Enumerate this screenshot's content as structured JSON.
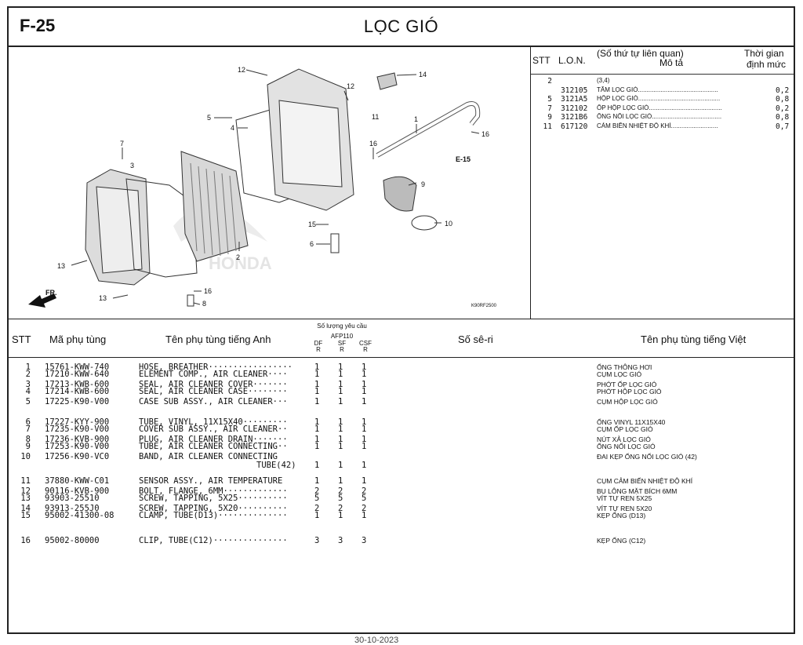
{
  "header": {
    "code": "F-25",
    "title": "LỌC GIÓ"
  },
  "diagram": {
    "callouts": [
      "12",
      "12",
      "14",
      "5",
      "4",
      "1",
      "16",
      "E-15",
      "11",
      "7",
      "3",
      "9",
      "15",
      "10",
      "6",
      "2",
      "13",
      "13",
      "16",
      "8"
    ],
    "fr_label": "FR.",
    "ref_code": "K90RF2500",
    "watermark": "HONDA"
  },
  "lon_panel": {
    "h_stt": "STT",
    "h_lon": "L.O.N.",
    "h_desc_1": "(Số thứ tự liên quan)",
    "h_desc_2": "Mô tả",
    "h_time_1": "Thời gian",
    "h_time_2": "định mức",
    "rows": [
      {
        "stt": "2",
        "code": "",
        "desc": "(3,4)",
        "time": ""
      },
      {
        "stt": "",
        "code": "312105",
        "desc": "TẤM LỌC GIÓ..............................................",
        "time": "0,2"
      },
      {
        "stt": "5",
        "code": "3121A5",
        "desc": "HỘP LỌC GIÓ...............................................",
        "time": "0,8"
      },
      {
        "stt": "7",
        "code": "312102",
        "desc": "ỐP HỘP LỌC GIÓ..........................................",
        "time": "0,2"
      },
      {
        "stt": "9",
        "code": "3121B6",
        "desc": "ỐNG NỐI LỌC GIÓ........................................",
        "time": "0,8"
      },
      {
        "stt": "11",
        "code": "617120",
        "desc": "CẢM BIẾN NHIỆT ĐỘ KHÍ...........................",
        "time": "0,7"
      }
    ]
  },
  "table": {
    "h_stt": "STT",
    "h_part": "Mã phụ tùng",
    "h_en": "Tên phụ tùng tiếng Anh",
    "h_qty": "Số lượng yêu cầu",
    "h_model": "AFP110",
    "h_cols": [
      "DF\nR",
      "SF\nR",
      "CSF\nR"
    ],
    "h_serial": "Số sê-ri",
    "h_vn": "Tên phụ tùng tiếng Việt",
    "rows": [
      {
        "stt": "1",
        "part": "15761-KWW-740",
        "en": "HOSE, BREATHER·················",
        "q1": "1",
        "q2": "1",
        "q3": "1",
        "vn": "ỐNG THÔNG HƠI"
      },
      {
        "stt": "2",
        "part": "17210-KWW-640",
        "en": "ELEMENT COMP., AIR CLEANER····",
        "q1": "1",
        "q2": "1",
        "q3": "1",
        "vn": "CỤM LỌC GIÓ"
      },
      {
        "stt": "3",
        "part": "17213-KWB-600",
        "en": "SEAL, AIR CLEANER COVER·······",
        "q1": "1",
        "q2": "1",
        "q3": "1",
        "vn": "PHỚT ỐP LỌC GIÓ"
      },
      {
        "stt": "4",
        "part": "17214-KWB-600",
        "en": "SEAL, AIR CLEANER CASE········",
        "q1": "1",
        "q2": "1",
        "q3": "1",
        "vn": "PHỚT HỘP LỌC GIÓ"
      },
      {
        "stt": "5",
        "part": "17225-K90-V00",
        "en": "CASE SUB ASSY., AIR CLEANER···",
        "q1": "1",
        "q2": "1",
        "q3": "1",
        "vn": "CỤM HỘP LỌC GIÓ"
      },
      {
        "stt": "6",
        "part": "17227-KYY-900",
        "en": "TUBE, VINYL, 11X15X40·········",
        "q1": "1",
        "q2": "1",
        "q3": "1",
        "vn": "ỐNG VINYL 11X15X40"
      },
      {
        "stt": "7",
        "part": "17235-K90-V00",
        "en": "COVER SUB ASSY., AIR CLEANER··",
        "q1": "1",
        "q2": "1",
        "q3": "1",
        "vn": "CỤM ỐP LỌC GIÓ"
      },
      {
        "stt": "8",
        "part": "17236-KVB-900",
        "en": "PLUG, AIR CLEANER DRAIN·······",
        "q1": "1",
        "q2": "1",
        "q3": "1",
        "vn": "NÚT XẢ LỌC GIÓ"
      },
      {
        "stt": "9",
        "part": "17253-K90-V00",
        "en": "TUBE, AIR CLEANER CONNECTING··",
        "q1": "1",
        "q2": "1",
        "q3": "1",
        "vn": "ỐNG NỐI LỌC GIÓ"
      },
      {
        "stt": "10",
        "part": "17256-K90-VC0",
        "en": "BAND, AIR CLEANER CONNECTING",
        "en2": "TUBE(42)",
        "q1": "1",
        "q2": "1",
        "q3": "1",
        "vn": "ĐAI KẸP ỐNG NỐI LỌC GIÓ (42)"
      },
      {
        "stt": "11",
        "part": "37880-KWW-C01",
        "en": "SENSOR ASSY., AIR TEMPERATURE",
        "q1": "1",
        "q2": "1",
        "q3": "1",
        "vn": "CỤM CẢM BIẾN NHIỆT ĐỘ KHÍ"
      },
      {
        "stt": "12",
        "part": "90116-KVB-900",
        "en": "BOLT, FLANGE, 6MM·············",
        "q1": "2",
        "q2": "2",
        "q3": "2",
        "vn": "BU LÔNG MẶT BÍCH 6MM"
      },
      {
        "stt": "13",
        "part": "93903-25510",
        "en": "SCREW, TAPPING, 5X25··········",
        "q1": "5",
        "q2": "5",
        "q3": "5",
        "vn": "VÍT TỰ REN 5X25"
      },
      {
        "stt": "14",
        "part": "93913-255J0",
        "en": "SCREW, TAPPING, 5X20··········",
        "q1": "2",
        "q2": "2",
        "q3": "2",
        "vn": "VÍT TỰ REN 5X20"
      },
      {
        "stt": "15",
        "part": "95002-41300-08",
        "en": "CLAMP, TUBE(D13)··············",
        "q1": "1",
        "q2": "1",
        "q3": "1",
        "vn": "KẸP ỐNG (D13)"
      },
      {
        "stt": "16",
        "part": "95002-80000",
        "en": "CLIP, TUBE(C12)···············",
        "q1": "3",
        "q2": "3",
        "q3": "3",
        "vn": "KẸP ỐNG (C12)"
      }
    ]
  },
  "footer": {
    "text": "30-10-2023"
  }
}
